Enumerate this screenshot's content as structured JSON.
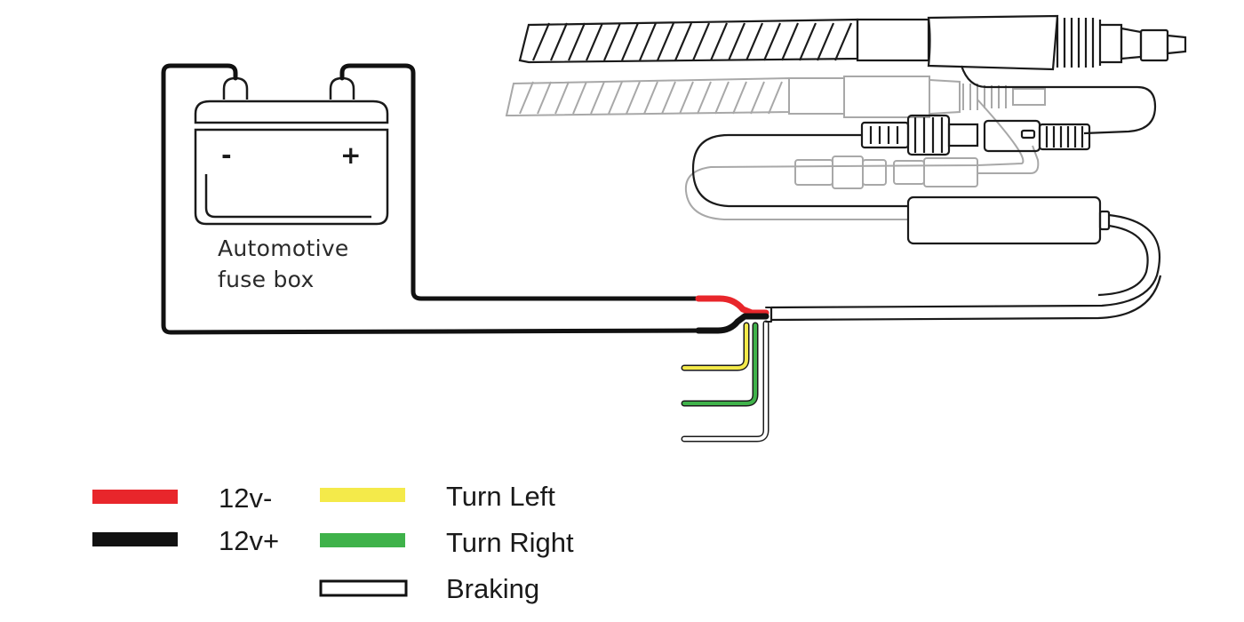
{
  "battery": {
    "label_line1": "Automotive",
    "label_line2": "fuse box",
    "minus_sign": "-",
    "plus_sign": "+"
  },
  "legend": {
    "items": [
      {
        "label": "12v-",
        "color": "#e8262b"
      },
      {
        "label": "12v+",
        "color": "#111111"
      },
      {
        "label": "Turn Left",
        "color": "#f4ea4a"
      },
      {
        "label": "Turn Right",
        "color": "#3fb24a"
      },
      {
        "label": "Braking",
        "color": "#ffffff"
      }
    ]
  },
  "colors": {
    "red_wire": "#e8262b",
    "black_wire": "#111111",
    "yellow_wire": "#f4ea4a",
    "green_wire": "#3fb24a",
    "white_wire": "#ffffff",
    "outline": "#1a1a1a",
    "faded_outline": "#9a9a9a"
  }
}
